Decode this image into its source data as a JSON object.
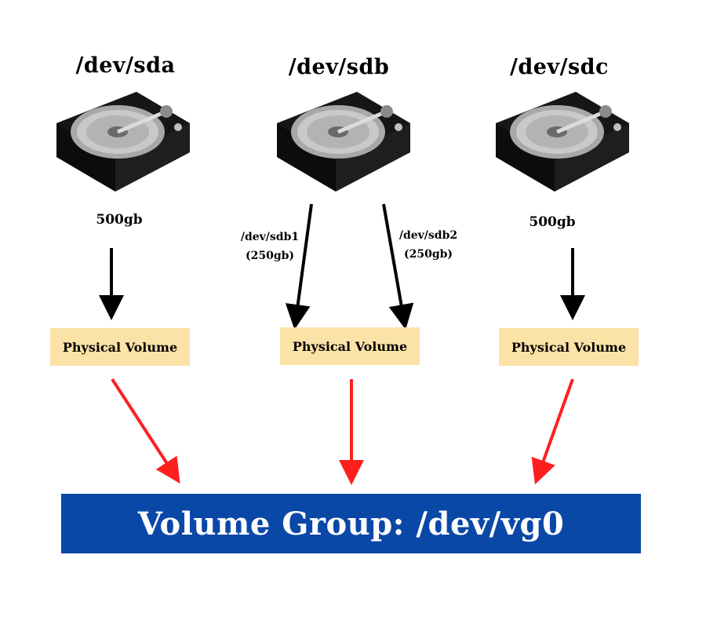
{
  "disks": [
    {
      "name": "/dev/sda",
      "size": "500gb",
      "pv_label": "Physical Volume"
    },
    {
      "name": "/dev/sdb",
      "pv_label": "Physical Volume",
      "partitions": [
        {
          "name": "/dev/sdb1",
          "size": "(250gb)"
        },
        {
          "name": "/dev/sdb2",
          "size": "(250gb)"
        }
      ]
    },
    {
      "name": "/dev/sdc",
      "size": "500gb",
      "pv_label": "Physical Volume"
    }
  ],
  "volume_group": {
    "label": "Volume Group: /dev/vg0"
  },
  "colors": {
    "pv_fill": "#fbe2a6",
    "vg_fill": "#0a48a8",
    "vg_text": "#ffffff",
    "arrow_black": "#000000",
    "arrow_red": "#ff1f1f"
  },
  "icons": {
    "disk": "hard-drive-icon"
  }
}
